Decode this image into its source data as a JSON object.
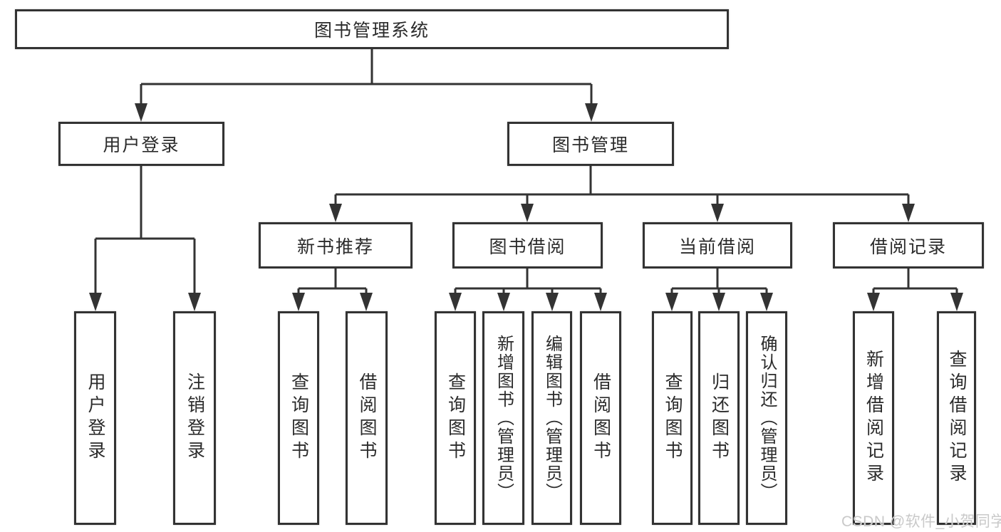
{
  "diagram": {
    "root": {
      "label": "图书管理系统"
    },
    "level2": [
      {
        "id": "user-login",
        "label": "用户登录"
      },
      {
        "id": "book-management",
        "label": "图书管理"
      }
    ],
    "level3": [
      {
        "id": "new-book-recommend",
        "label": "新书推荐"
      },
      {
        "id": "book-borrowing",
        "label": "图书借阅"
      },
      {
        "id": "current-borrowing",
        "label": "当前借阅"
      },
      {
        "id": "borrowing-records",
        "label": "借阅记录"
      }
    ],
    "leaves": [
      {
        "id": "user-login-action",
        "label": "用户登录",
        "parent": "用户登录"
      },
      {
        "id": "logout",
        "label": "注销登录",
        "parent": "用户登录"
      },
      {
        "id": "query-books-rec",
        "label": "查询图书",
        "parent": "新书推荐"
      },
      {
        "id": "borrow-books-rec",
        "label": "借阅图书",
        "parent": "新书推荐"
      },
      {
        "id": "query-books-borrow",
        "label": "查询图书",
        "parent": "图书借阅"
      },
      {
        "id": "add-books-admin",
        "label": "新增图书（管理员）",
        "parent": "图书借阅"
      },
      {
        "id": "edit-books-admin",
        "label": "编辑图书（管理员）",
        "parent": "图书借阅"
      },
      {
        "id": "borrow-books-borrow",
        "label": "借阅图书",
        "parent": "图书借阅"
      },
      {
        "id": "query-books-current",
        "label": "查询图书",
        "parent": "当前借阅"
      },
      {
        "id": "return-books",
        "label": "归还图书",
        "parent": "当前借阅"
      },
      {
        "id": "confirm-return-admin",
        "label": "确认归还（管理员）",
        "parent": "当前借阅"
      },
      {
        "id": "add-borrow-record",
        "label": "新增借阅记录",
        "parent": "借阅记录"
      },
      {
        "id": "query-borrow-record",
        "label": "查询借阅记录",
        "parent": "借阅记录"
      }
    ]
  },
  "watermark": {
    "text": "CSDN @软件_小贺同学",
    "color": "#c9c9c9"
  },
  "colors": {
    "background": "#ffffff",
    "box_border": "#333333",
    "connector_line": "#333333",
    "text": "#2b2b2b"
  }
}
